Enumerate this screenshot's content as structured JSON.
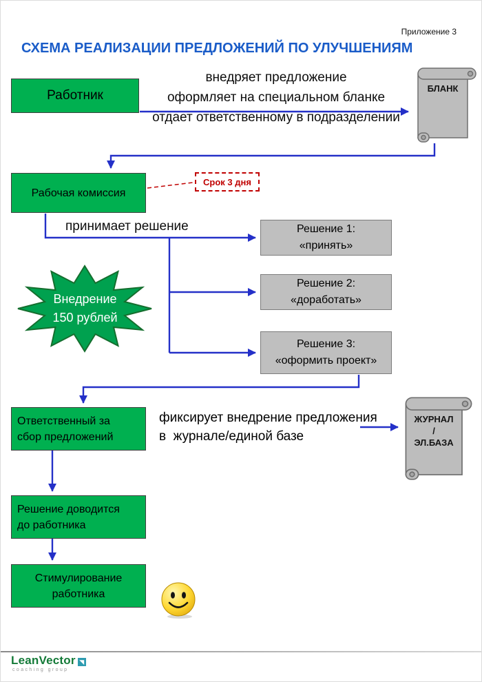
{
  "colors": {
    "title_blue": "#1A5CC8",
    "arrow_blue": "#2430C8",
    "green_box": "#00B050",
    "gray_box": "#BFBFBF",
    "red_callout": "#C00000",
    "brand_green": "#147A38",
    "smiley_yellow": "#FFD935"
  },
  "header": {
    "appendix": "Приложение 3",
    "title": "СХЕМА РЕАЛИЗАЦИИ ПРЕДЛОЖЕНИЙ ПО УЛУЧШЕНИЯМ"
  },
  "flow": {
    "worker": "Работник",
    "worker_actions": [
      "внедряет предложение",
      "оформляет на специальном бланке",
      "отдает ответственному в подразделении"
    ],
    "blank": "БЛАНК",
    "commission": "Рабочая комиссия",
    "deadline": "Срок 3 дня",
    "decide": "принимает решение",
    "decisions": [
      {
        "title": "Решение 1:",
        "value": "«принять»"
      },
      {
        "title": "Решение 2:",
        "value": "«доработать»"
      },
      {
        "title": "Решение 3:",
        "value": "«оформить проект»"
      }
    ],
    "burst": [
      "Внедрение",
      "150 рублей"
    ],
    "collector": [
      "Ответственный за",
      "сбор предложений"
    ],
    "record": [
      "фиксирует внедрение предложения",
      "в  журнале/единой базе"
    ],
    "journal": [
      "ЖУРНАЛ",
      "/",
      "ЭЛ.БАЗА"
    ],
    "inform": [
      "Решение доводится",
      "до работника"
    ],
    "stimulate": [
      "Стимулирование",
      "работника"
    ]
  },
  "footer": {
    "brand": "LeanVector",
    "tagline": "coaching group"
  }
}
